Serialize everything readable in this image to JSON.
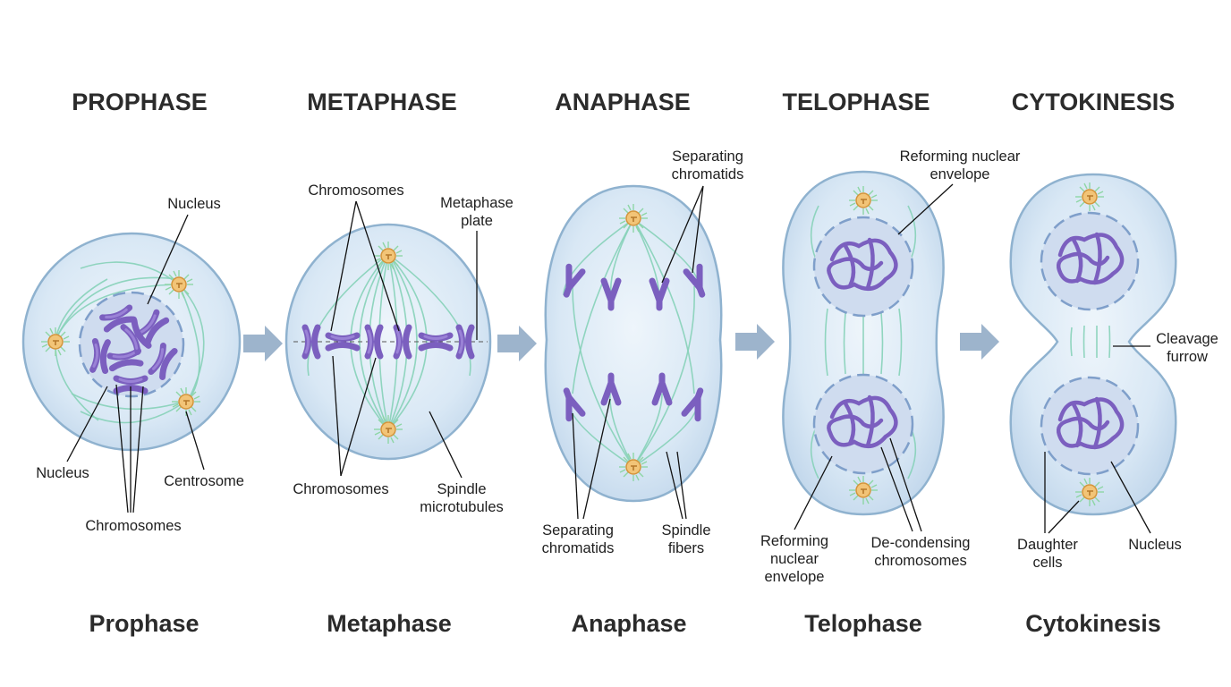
{
  "phases": [
    {
      "key": "prophase",
      "title": "PROPHASE",
      "caption": "Prophase",
      "labels": {
        "nucleus_top": "Nucleus",
        "nucleus_bottom": "Nucleus",
        "centrosome": "Centrosome",
        "chromosomes": "Chromosomes"
      }
    },
    {
      "key": "metaphase",
      "title": "METAPHASE",
      "caption": "Metaphase",
      "labels": {
        "chromosomes_top": "Chromosomes",
        "metaphase_plate_1": "Metaphase",
        "metaphase_plate_2": "plate",
        "chromosomes_bottom": "Chromosomes",
        "spindle_1": "Spindle",
        "spindle_2": "microtubules"
      }
    },
    {
      "key": "anaphase",
      "title": "ANAPHASE",
      "caption": "Anaphase",
      "labels": {
        "sep_top_1": "Separating",
        "sep_top_2": "chromatids",
        "sep_bottom_1": "Separating",
        "sep_bottom_2": "chromatids",
        "fibers_1": "Spindle",
        "fibers_2": "fibers"
      }
    },
    {
      "key": "telophase",
      "title": "TELOPHASE",
      "caption": "Telophase",
      "labels": {
        "env_top_1": "Reforming nuclear",
        "env_top_2": "envelope",
        "env_bottom_1": "Reforming",
        "env_bottom_2": "nuclear",
        "env_bottom_3": "envelope",
        "decond_1": "De-condensing",
        "decond_2": "chromosomes"
      }
    },
    {
      "key": "cytokinesis",
      "title": "CYTOKINESIS",
      "caption": "Cytokinesis",
      "labels": {
        "furrow_1": "Cleavage",
        "furrow_2": "furrow",
        "daughter_1": "Daughter",
        "daughter_2": "cells",
        "nucleus": "Nucleus"
      }
    }
  ],
  "colors": {
    "cell_fill": "#dbe9f5",
    "cell_outline": "#8fb2cf",
    "chromosome": "#7b5fbf",
    "spindle": "#86d2b8",
    "centrosome": "#f2c477",
    "arrow": "#9db4cc"
  },
  "icons": [
    "right-arrow-icon",
    "centrosome-icon"
  ]
}
